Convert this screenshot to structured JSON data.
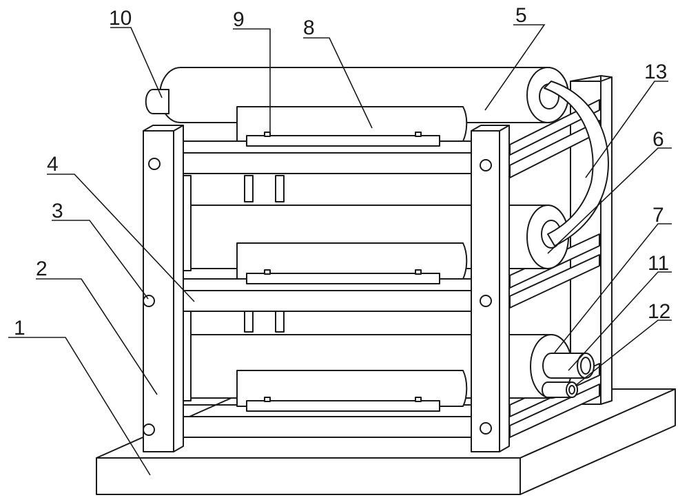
{
  "callouts": [
    "1",
    "2",
    "3",
    "4",
    "5",
    "6",
    "7",
    "8",
    "9",
    "10",
    "11",
    "12",
    "13"
  ],
  "colors": {
    "line": "#1a1a1a",
    "background": "#ffffff"
  }
}
